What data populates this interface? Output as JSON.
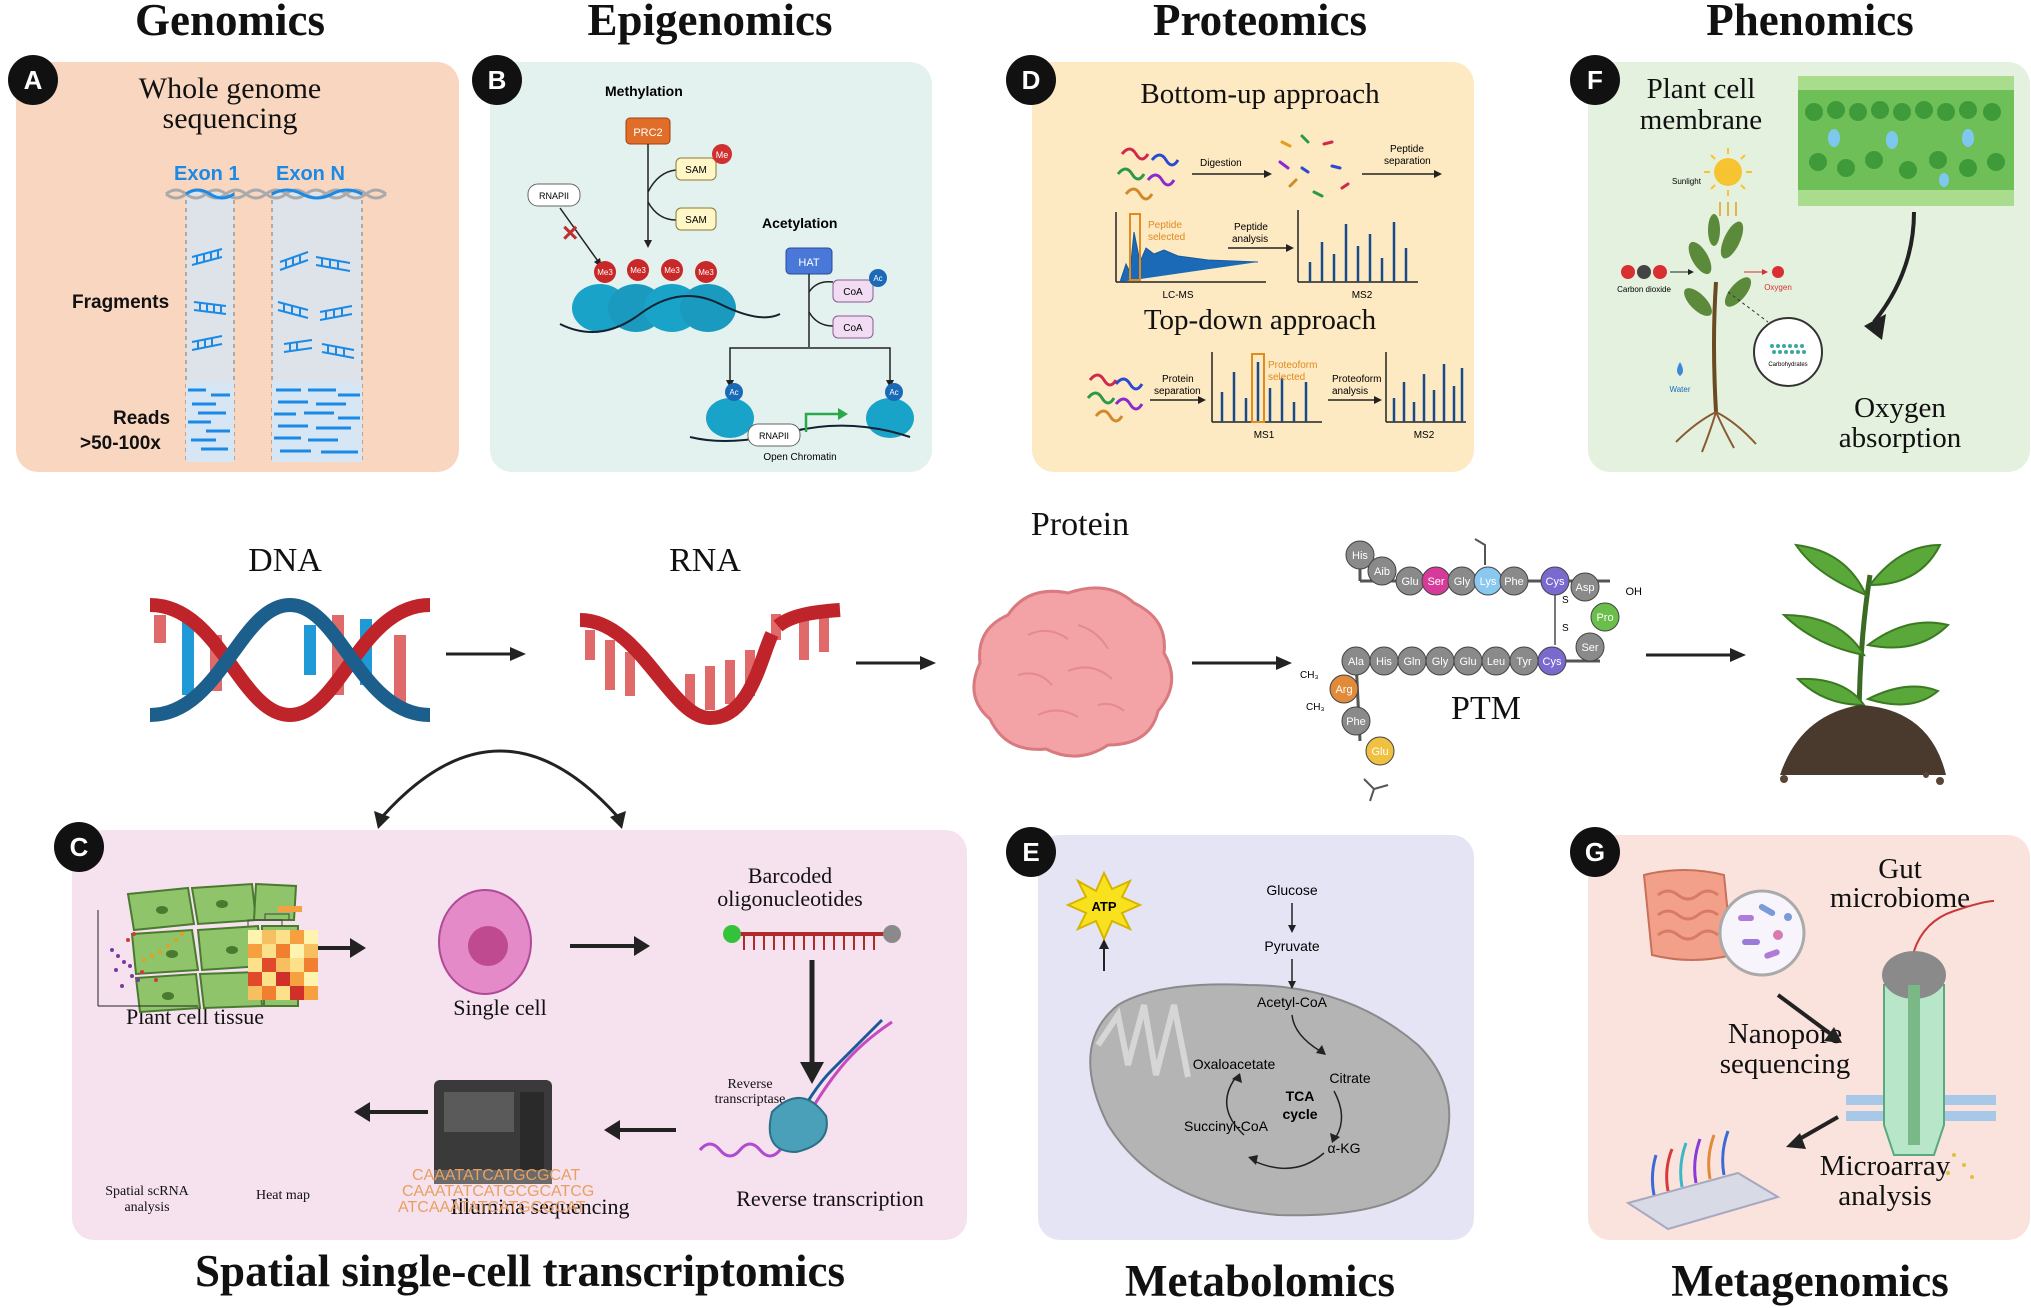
{
  "headings": {
    "genomics": "Genomics",
    "epigenomics": "Epigenomics",
    "proteomics": "Proteomics",
    "phenomics": "Phenomics",
    "spatial": "Spatial single-cell transcriptomics",
    "metabolomics": "Metabolomics",
    "metagenomics": "Metagenomics"
  },
  "panelA": {
    "badge": "A",
    "title_line1": "Whole genome",
    "title_line2": "sequencing",
    "exon1": "Exon 1",
    "exonN": "Exon N",
    "fragments": "Fragments",
    "reads_line1": "Reads",
    "reads_line2": ">50-100x"
  },
  "panelB": {
    "badge": "B",
    "methylation": "Methylation",
    "prc2": "PRC2",
    "sam1": "SAM",
    "me": "Me",
    "sam2": "SAM",
    "rnapii": "RNAPII",
    "me3": "Me3",
    "acetylation": "Acetylation",
    "hat": "HAT",
    "coa1": "CoA",
    "ac": "Ac",
    "coa2": "CoA",
    "rnapii2": "RNAPII",
    "open_chromatin": "Open Chromatin"
  },
  "panelD": {
    "badge": "D",
    "bottom_up": "Bottom-up approach",
    "digestion": "Digestion",
    "peptide_sep_1": "Peptide",
    "peptide_sep_2": "separation",
    "peptide_selected_1": "Peptide",
    "peptide_selected_2": "selected",
    "peptide_analysis_1": "Peptide",
    "peptide_analysis_2": "analysis",
    "lcms": "LC-MS",
    "ms2": "MS2",
    "top_down": "Top-down approach",
    "protein_sep_1": "Protein",
    "protein_sep_2": "separation",
    "proteoform_sel_1": "Proteoform",
    "proteoform_sel_2": "selected",
    "proteoform_an_1": "Proteoform",
    "proteoform_an_2": "analysis",
    "ms1": "MS1",
    "ms2b": "MS2"
  },
  "panelF": {
    "badge": "F",
    "membrane_1": "Plant cell",
    "membrane_2": "membrane",
    "sunlight": "Sunlight",
    "co2": "Carbon dioxide",
    "oxygen": "Oxygen",
    "carbohydrates": "Carbohydrates",
    "water": "Water",
    "absorption_1": "Oxygen",
    "absorption_2": "absorption"
  },
  "middle": {
    "dna": "DNA",
    "rna": "RNA",
    "protein": "Protein",
    "ptm": "PTM",
    "ch3a": "CH₃",
    "ch3b": "CH₃",
    "oh": "OH",
    "s1": "S",
    "s2": "S",
    "chain_top": [
      "His",
      "Aib",
      "Glu",
      "Ser",
      "Gly",
      "Lys",
      "Phe",
      "Cys",
      "Asp",
      "Pro"
    ],
    "chain_bottom": [
      "Ala",
      "His",
      "Gln",
      "Gly",
      "Glu",
      "Leu",
      "Tyr",
      "Cys",
      "Ser"
    ],
    "chain_tail": [
      "Arg",
      "Phe",
      "Glu"
    ]
  },
  "panelC": {
    "badge": "C",
    "barcoded_1": "Barcoded",
    "barcoded_2": "oligonucleotides",
    "tissue": "Plant cell tissue",
    "single_cell": "Single cell",
    "rt_enzyme_1": "Reverse",
    "rt_enzyme_2": "transcriptase",
    "reverse_transcription": "Reverse transcription",
    "illumina": "Illumina sequencing",
    "scrna_1": "Spatial scRNA",
    "scrna_2": "analysis",
    "heatmap": "Heat map",
    "seq_text_1": "CAAATATCATGCGCAT",
    "seq_text_2": "CAAATATCATGCGCATCG",
    "seq_text_3": "ATCAAATATCATGCGCAT"
  },
  "panelE": {
    "badge": "E",
    "atp": "ATP",
    "glucose": "Glucose",
    "pyruvate": "Pyruvate",
    "acetyl_coa": "Acetyl-CoA",
    "oxaloacetate": "Oxaloacetate",
    "citrate": "Citrate",
    "tca_1": "TCA",
    "tca_2": "cycle",
    "succinyl": "Succinyl-CoA",
    "akg": "α-KG"
  },
  "panelG": {
    "badge": "G",
    "gut_1": "Gut",
    "gut_2": "microbiome",
    "nanopore_1": "Nanopore",
    "nanopore_2": "sequencing",
    "microarray_1": "Microarray",
    "microarray_2": "analysis"
  },
  "colors": {
    "panelA": "#f9d6bf",
    "panelB": "#e3f2ef",
    "panelD": "#fde9c2",
    "panelF": "#e4f1df",
    "panelC": "#f6e1ee",
    "panelE": "#e4e4f5",
    "panelG": "#fae3dd",
    "exon_blue": "#1a8ae6",
    "dna_red": "#c0242b",
    "dna_blue": "#1d5f8c"
  }
}
